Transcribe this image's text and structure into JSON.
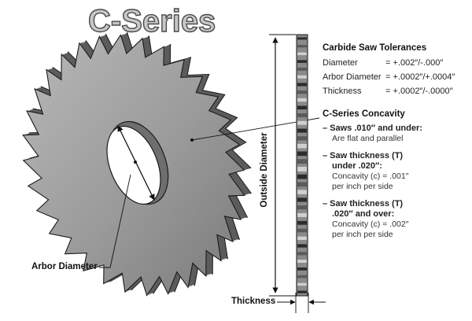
{
  "title": "C-Series",
  "tolerances": {
    "heading": "Carbide Saw Tolerances",
    "rows": [
      {
        "name": "Diameter",
        "value": "= +.002″/-.000″"
      },
      {
        "name": "Arbor Diameter",
        "value": "= +.0002″/+.0004″"
      },
      {
        "name": "Thickness",
        "value": "= +.0002″/-.0000″"
      }
    ]
  },
  "concavity": {
    "heading": "C-Series Concavity",
    "items": [
      {
        "bullet": "– Saws .010″ and under:",
        "lines": [
          "Are flat and parallel"
        ]
      },
      {
        "bullet": "– Saw thickness (T)",
        "bullet2": "under .020″:",
        "lines": [
          "Concavity (c) = .001″",
          "per inch per side"
        ]
      },
      {
        "bullet": "– Saw thickness (T)",
        "bullet2": ".020″ and over:",
        "lines": [
          "Concavity (c) = .002″",
          "per inch per side"
        ]
      }
    ]
  },
  "labels": {
    "arbor_diameter": "Arbor Diameter",
    "outside_diameter": "Outside Diameter",
    "thickness": "Thickness"
  },
  "colors": {
    "blade_face": "#9a9a9a",
    "blade_edge": "#5c5c5c",
    "outline": "#1a1a1a"
  }
}
